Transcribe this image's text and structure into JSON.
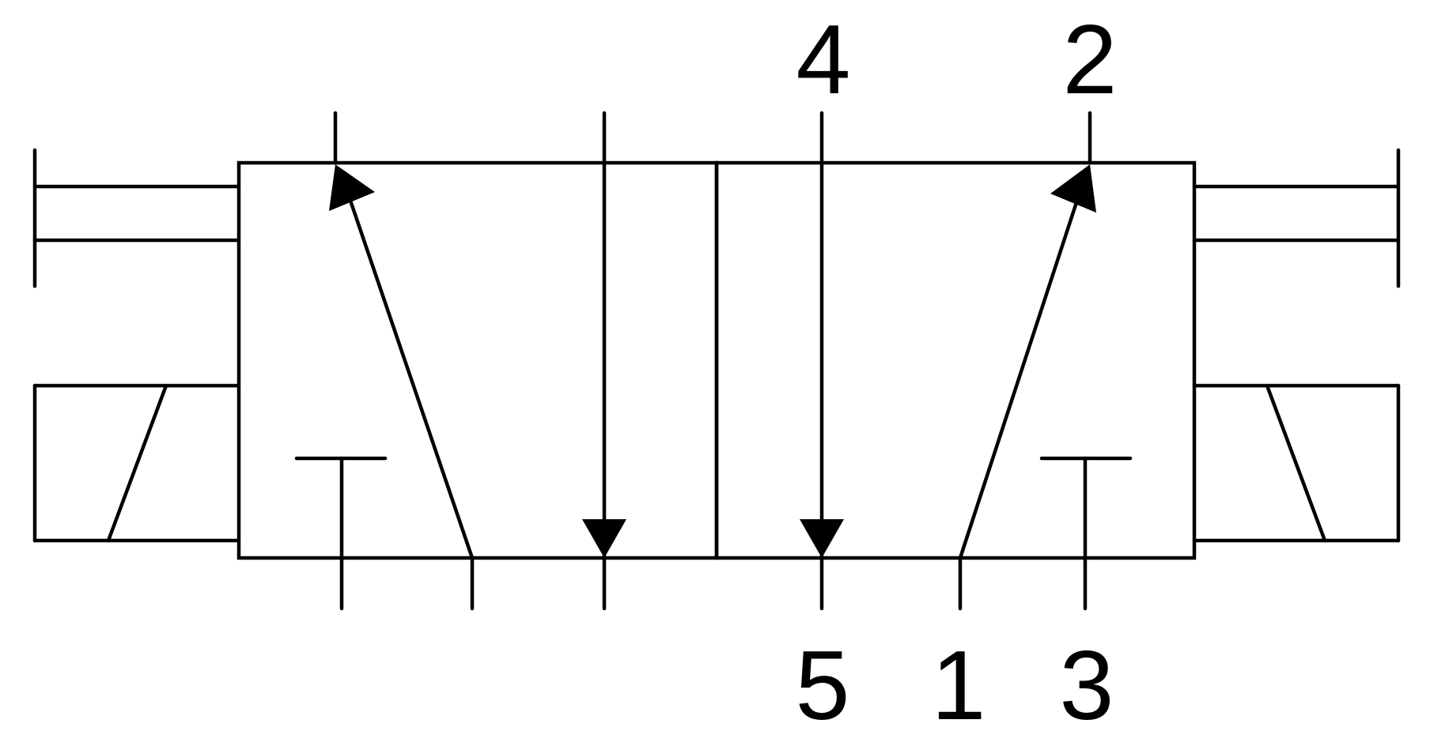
{
  "symbol": {
    "stroke_color": "#000000",
    "background_color": "#ffffff",
    "port_labels": {
      "top_4": "4",
      "top_2": "2",
      "bottom_5": "5",
      "bottom_1": "1",
      "bottom_3": "3"
    }
  }
}
